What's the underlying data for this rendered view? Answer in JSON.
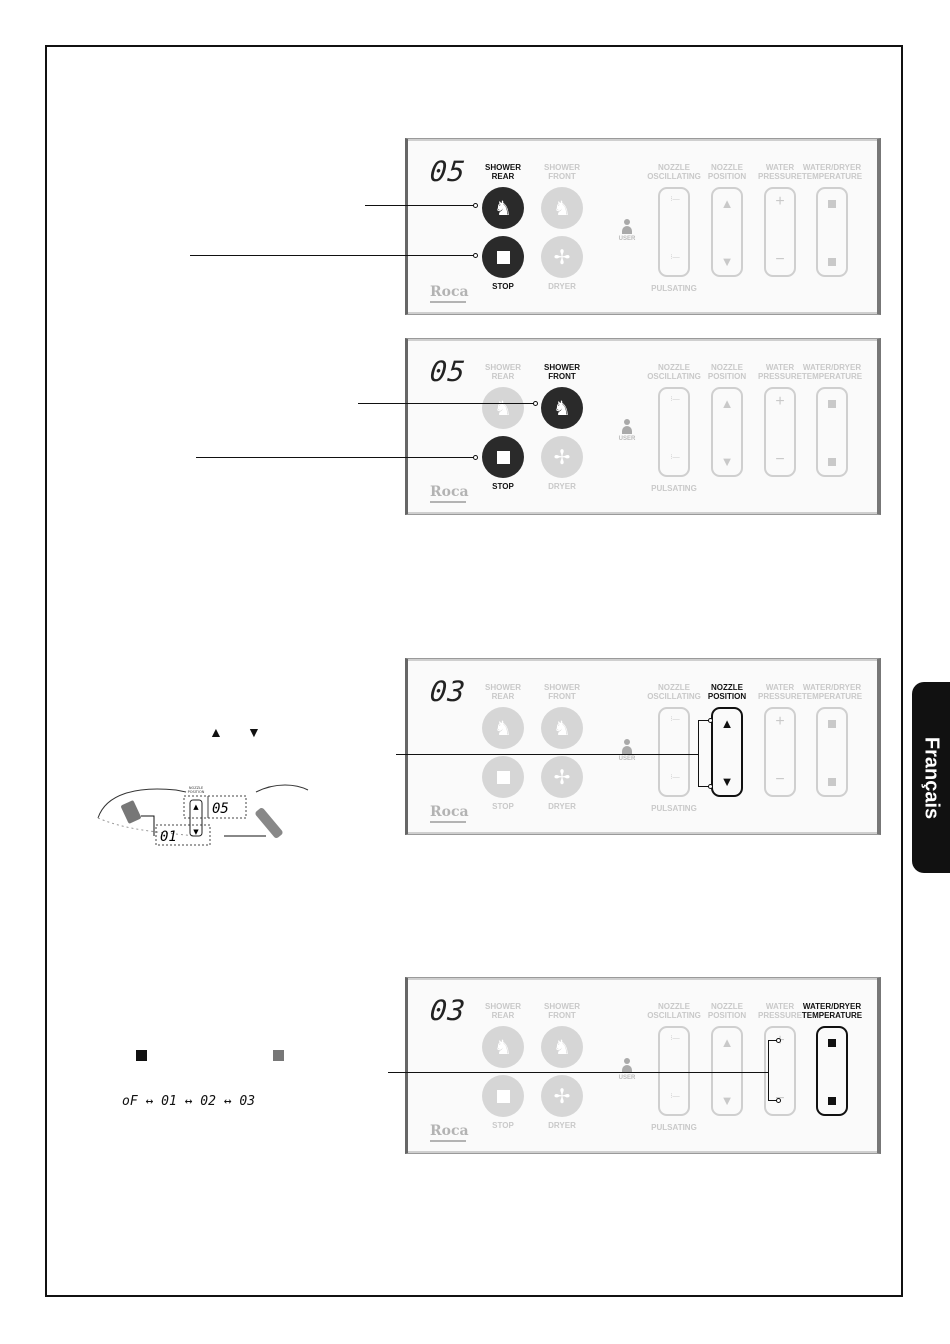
{
  "language_tab": "Français",
  "panels": [
    {
      "display": "05",
      "labels": {
        "shower_rear": "SHOWER\nREAR",
        "shower_front": "SHOWER\nFRONT",
        "nozzle_osc": "NOZZLE\nOSCILLATING",
        "nozzle_pos": "NOZZLE\nPOSITION",
        "water_pressure": "WATER\nPRESSURE",
        "water_temp": "WATER/DRYER\nTEMPERATURE",
        "stop": "STOP",
        "dryer": "DRYER",
        "pulsating": "PULSATING",
        "user": "USER",
        "logo": "Roca"
      },
      "active": [
        "shower_rear",
        "stop"
      ]
    },
    {
      "display": "05",
      "labels": {
        "shower_rear": "SHOWER\nREAR",
        "shower_front": "SHOWER\nFRONT",
        "nozzle_osc": "NOZZLE\nOSCILLATING",
        "nozzle_pos": "NOZZLE\nPOSITION",
        "water_pressure": "WATER\nPRESSURE",
        "water_temp": "WATER/DRYER\nTEMPERATURE",
        "stop": "STOP",
        "dryer": "DRYER",
        "pulsating": "PULSATING",
        "user": "USER",
        "logo": "Roca"
      },
      "active": [
        "shower_front",
        "stop"
      ]
    },
    {
      "display": "03",
      "labels": {
        "shower_rear": "SHOWER\nREAR",
        "shower_front": "SHOWER\nFRONT",
        "nozzle_osc": "NOZZLE\nOSCILLATING",
        "nozzle_pos": "NOZZLE\nPOSITION",
        "water_pressure": "WATER\nPRESSURE",
        "water_temp": "WATER/DRYER\nTEMPERATURE",
        "stop": "STOP",
        "dryer": "DRYER",
        "pulsating": "PULSATING",
        "user": "USER",
        "logo": "Roca"
      },
      "active": [
        "nozzle_pos"
      ]
    },
    {
      "display": "03",
      "labels": {
        "shower_rear": "SHOWER\nREAR",
        "shower_front": "SHOWER\nFRONT",
        "nozzle_osc": "NOZZLE\nOSCILLATING",
        "nozzle_pos": "NOZZLE\nPOSITION",
        "water_pressure": "WATER\nPRESSURE",
        "water_temp": "WATER/DRYER\nTEMPERATURE",
        "stop": "STOP",
        "dryer": "DRYER",
        "pulsating": "PULSATING",
        "user": "USER",
        "logo": "Roca"
      },
      "active": [
        "water_temp"
      ]
    }
  ],
  "nozzle_illustration": {
    "label": "NOZZLE\nPOSITION",
    "display_top": "05",
    "display_bottom": "01"
  },
  "arrow_symbols": {
    "up": "▲",
    "down": "▼"
  },
  "temperature_cycle": "oF ↔ 01 ↔ 02 ↔ 03"
}
